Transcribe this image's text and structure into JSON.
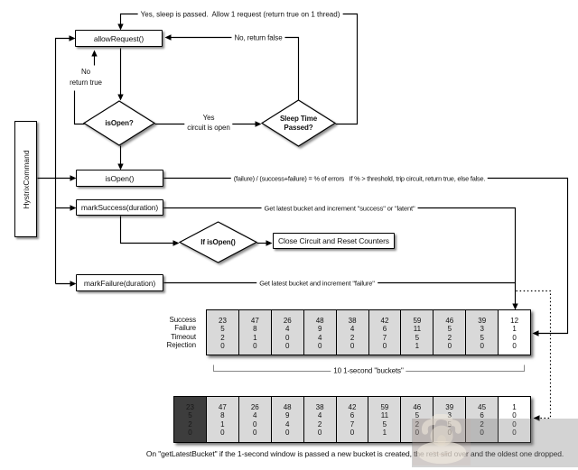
{
  "diagram": {
    "nodes": {
      "hystrix_command": "HystrixCommand",
      "allow_request": "allowRequest()",
      "is_open_decision": "isOpen?",
      "sleep_time_line1": "Sleep Time",
      "sleep_time_line2": "Passed?",
      "is_open": "isOpen()",
      "mark_success": "markSuccess(duration)",
      "if_is_open": "If isOpen()",
      "close_circuit": "Close Circuit and Reset Counters",
      "mark_failure": "markFailure(duration)"
    },
    "edge_labels": {
      "yes_sleep_passed": "Yes, sleep is passed.  Allow 1 request (return true on 1 thread)",
      "no_return_false": "No, return false",
      "no_line1": "No",
      "no_line2": "return true",
      "yes_line1": "Yes",
      "yes_line2": "circuit is open",
      "is_open_note": "(failure) / (success+failure) = % of errors   If % > threshold, trip circuit, return true, else false.",
      "mark_success_note": "Get latest bucket and increment \"success\" or \"latent\"",
      "mark_failure_note": "Get latest bucket and increment \"failure\""
    }
  },
  "tables": {
    "buckets": {
      "row_labels": [
        "Success",
        "Failure",
        "Timeout",
        "Rejection"
      ],
      "bracket_label": "10 1-second \"buckets\"",
      "columns": [
        [
          23,
          5,
          2,
          0
        ],
        [
          47,
          8,
          1,
          0
        ],
        [
          26,
          4,
          0,
          0
        ],
        [
          48,
          9,
          4,
          0
        ],
        [
          38,
          4,
          2,
          0
        ],
        [
          42,
          6,
          7,
          0
        ],
        [
          59,
          11,
          5,
          1
        ],
        [
          46,
          5,
          2,
          0
        ],
        [
          39,
          3,
          5,
          0
        ],
        [
          12,
          1,
          0,
          0
        ]
      ]
    },
    "slide": {
      "columns": [
        [
          23,
          5,
          2,
          0
        ],
        [
          47,
          8,
          1,
          0
        ],
        [
          26,
          4,
          0,
          0
        ],
        [
          48,
          9,
          4,
          0
        ],
        [
          38,
          4,
          2,
          0
        ],
        [
          42,
          6,
          7,
          0
        ],
        [
          59,
          11,
          5,
          1
        ],
        [
          46,
          5,
          2,
          0
        ],
        [
          39,
          3,
          5,
          0
        ],
        [
          45,
          6,
          2,
          0
        ],
        [
          1,
          0,
          0,
          0
        ]
      ]
    }
  },
  "caption": "On \"getLatestBucket\" if the 1-second window is passed a new bucket is created, the rest slid over and the oldest one dropped.",
  "colors": {
    "line": "#000000",
    "cell_gray": "#d9d9d9",
    "cell_dark": "#3d3d3d",
    "background": "#ffffff"
  }
}
